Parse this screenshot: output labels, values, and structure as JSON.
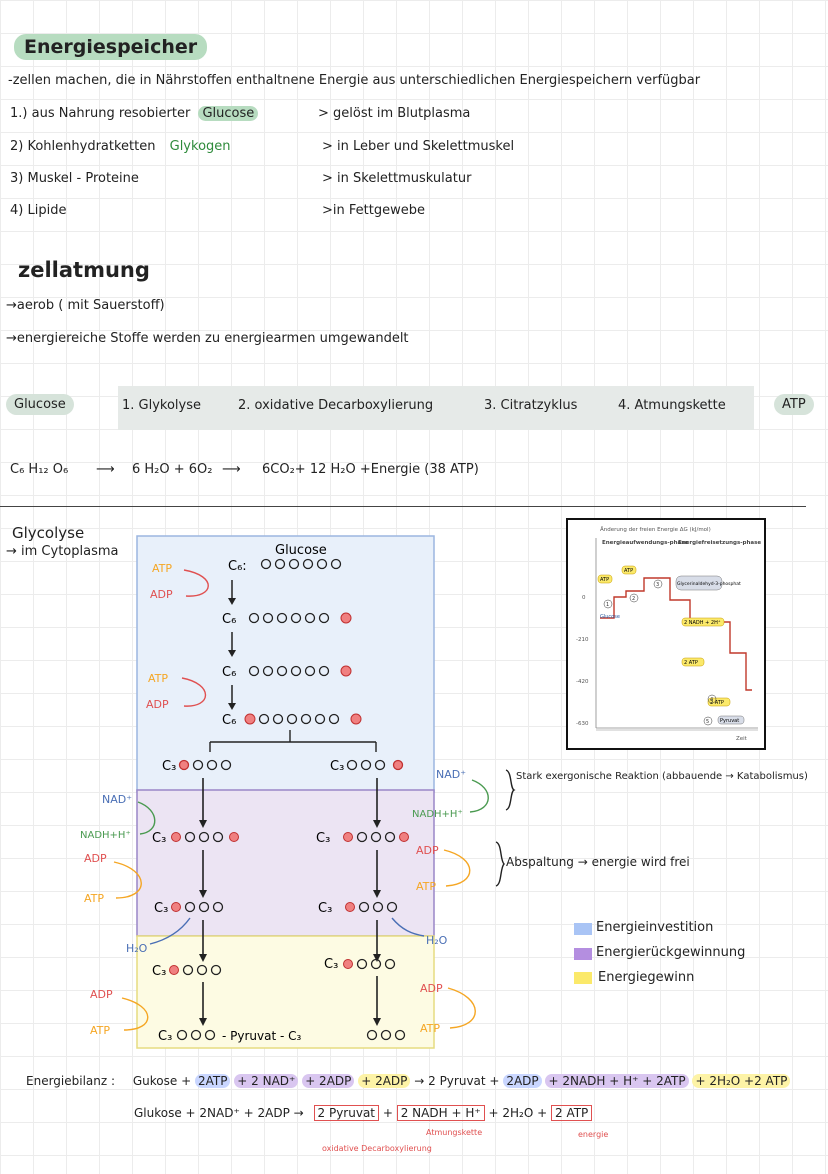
{
  "header": {
    "title": "Energiespeicher",
    "intro": "-zellen machen, die in Nährstoffen enthaltnene Energie aus unterschiedlichen Energiespeichern verfügbar"
  },
  "storage_list": [
    {
      "num": "1.) aus Nahrung resobierter",
      "highlight": "Glucose",
      "detail": "> gelöst im Blutplasma"
    },
    {
      "num": "2) Kohlenhydratketten",
      "highlight": "Glykogen",
      "detail": "> in Leber und Skelettmuskel"
    },
    {
      "num": "3) Muskel - Proteine",
      "highlight": "",
      "detail": "> in Skelettmuskulatur"
    },
    {
      "num": "4) Lipide",
      "highlight": "",
      "detail": ">in Fettgewebe"
    }
  ],
  "respiration": {
    "title": "zellatmung",
    "line1": "→aerob ( mit Sauerstoff)",
    "line2": "→energiereiche Stoffe werden zu energiearmen umgewandelt"
  },
  "steps": {
    "start": "Glucose",
    "s1": "1. Glykolyse",
    "s2": "2. oxidative Decarboxylierung",
    "s3": "3. Citratzyklus",
    "s4": "4. Atmungskette",
    "end": "ATP"
  },
  "equation": {
    "c": "C₆ H₁₂ O₆",
    "mid": "6 H₂O + 6O₂",
    "right": "6CO₂+ 12 H₂O +Energie (38 ATP)"
  },
  "glycolysis": {
    "title": "Glycolyse",
    "location": "→ im Cytoplasma",
    "glucose_label": "Glucose",
    "c6_label": "C₆:",
    "c6": "C₆",
    "c3": "C₃",
    "atp": "ATP",
    "adp": "ADP",
    "nad": "NAD⁺",
    "nadh": "NADH+H⁺",
    "h2o": "H₂O",
    "pyruvat_row": "OOO - Pyruvat - C₃",
    "p": "P"
  },
  "notes": {
    "exergonic": "Stark exergonische Reaktion (abbauende → Katabolismus)",
    "split": "Abspaltung → energie wird frei"
  },
  "legend": {
    "investment": "Energieinvestition",
    "recovery": "Energierückgewinnung",
    "gain": "Energiegewinn",
    "colors": {
      "investment": "#a9c4f5",
      "recovery": "#b48ee0",
      "gain": "#fbe96a"
    }
  },
  "inset_chart": {
    "ylabel": "Änderung der freien Energie ΔG (kJ/mol)",
    "phase1": "Energieaufwendungs-phase",
    "phase2": "Energiefreisetzungs-phase",
    "yticks": [
      "0",
      "-210",
      "-420",
      "-630"
    ],
    "xlabel": "Zeit",
    "labels": {
      "atp1": "ATP",
      "atp2": "ATP",
      "glucose": "Glucose",
      "g3p": "Glycerinaldehyd-3-phosphat",
      "nadh": "2 NADH + 2H⁺",
      "atp3": "2 ATP",
      "atp4": "2 ATP",
      "pyruvat": "Pyruvat"
    },
    "steps": [
      "1",
      "2",
      "3",
      "4",
      "5"
    ]
  },
  "balance": {
    "label": "Energiebilanz :",
    "line1_start": "Gukose +",
    "t_2atp": "2ATP",
    "t_2nad": "+ 2 NAD⁺",
    "t_2adp": "+ 2ADP",
    "t_2adp_y": "+ 2ADP",
    "arrow_pyruvat": "→ 2 Pyruvat +",
    "t_2adp2": "2ADP",
    "t_2nadh": "+ 2NADH + H⁺ + 2ATP",
    "t_end": "+ 2H₂O +2 ATP",
    "line2_start": "Glukose + 2NAD⁺ + 2ADP →",
    "b_pyruvat": "2 Pyruvat",
    "b_nadh": "2 NADH + H⁺",
    "h2o": "+ 2H₂O +",
    "b_atp": "2 ATP",
    "sub1": "oxidative Decarboxylierung",
    "sub2": "Atmungskette",
    "sub3": "energie"
  }
}
